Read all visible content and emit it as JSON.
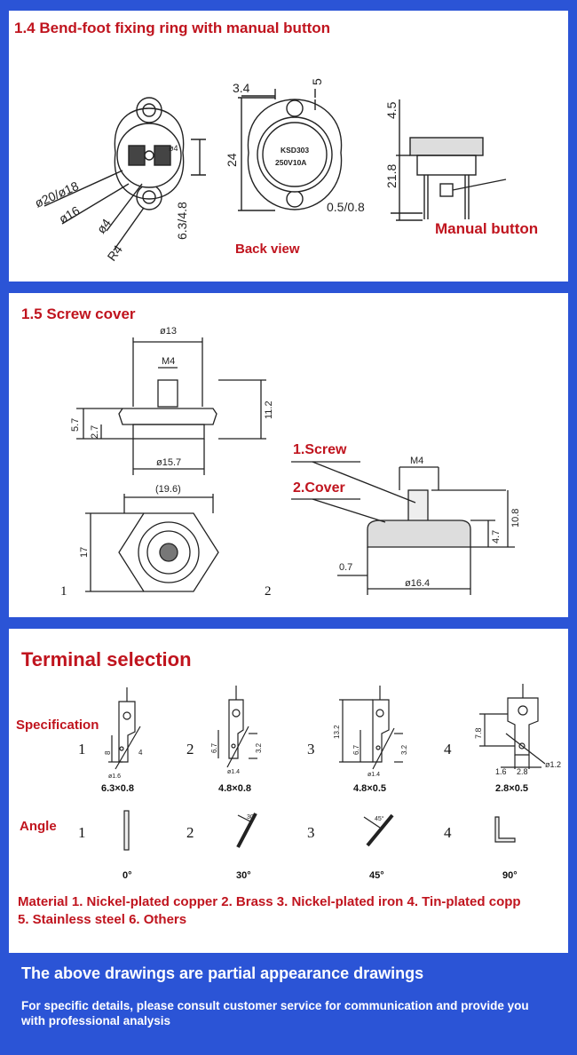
{
  "panel1": {
    "title": "1.4 Bend-foot fixing ring with manual button",
    "back_view": "Back view",
    "manual_button": "Manual button",
    "dims": {
      "d20_18": "ø20/ø18",
      "d16": "ø16",
      "d4": "ø4",
      "r4": "R4",
      "h63_48": "6.3/4.8",
      "w34": "3.4",
      "h5": "5",
      "h24": "24",
      "h45": "4.5",
      "h218": "21.8",
      "t05_08": "0.5/0.8"
    },
    "marking_line1": "KSD303",
    "marking_line2": "250V10A"
  },
  "panel2": {
    "title": "1.5 Screw cover",
    "screw_label": "1.Screw",
    "cover_label": "2.Cover",
    "dims": {
      "d13": "ø13",
      "m4": "M4",
      "h57": "5.7",
      "h27": "2.7",
      "h112": "11.2",
      "d157": "ø15.7",
      "w196": "(19.6)",
      "h17": "17",
      "m4b": "M4",
      "h108": "10.8",
      "h47": "4.7",
      "t07": "0.7",
      "d164": "ø16.4"
    },
    "view1": "1",
    "view2": "2"
  },
  "panel3": {
    "title": "Terminal selection",
    "specification_label": "Specification",
    "angle_label": "Angle",
    "specs": [
      {
        "num": "1",
        "size": "6.3×0.8",
        "d1": "8",
        "d2": "4",
        "hole": "ø1.6"
      },
      {
        "num": "2",
        "size": "4.8×0.8",
        "d1": "6.7",
        "d2": "3.2",
        "hole": "ø1.4"
      },
      {
        "num": "3",
        "size": "4.8×0.5",
        "d1": "13.2",
        "d2": "6.7",
        "d3": "3.2",
        "hole": "ø1.4"
      },
      {
        "num": "4",
        "size": "2.8×0.5",
        "d1": "7.8",
        "d2": "1.6",
        "d3": "2.8",
        "hole": "ø1.2"
      }
    ],
    "angles": [
      {
        "num": "1",
        "label": "0°"
      },
      {
        "num": "2",
        "label": "30°",
        "mark": "30°"
      },
      {
        "num": "3",
        "label": "45°",
        "mark": "45°"
      },
      {
        "num": "4",
        "label": "90°"
      }
    ],
    "material_line1": "Material 1. Nickel-plated copper 2. Brass 3. Nickel-plated iron 4. Tin-plated copp",
    "material_line2": "5. Stainless steel 6. Others"
  },
  "footer": {
    "title": "The above drawings are partial appearance drawings",
    "text": "For specific details, please consult customer service for communication and provide you with professional analysis"
  },
  "colors": {
    "background": "#2b54d6",
    "accent_red": "#c0141e",
    "panel": "#ffffff"
  }
}
